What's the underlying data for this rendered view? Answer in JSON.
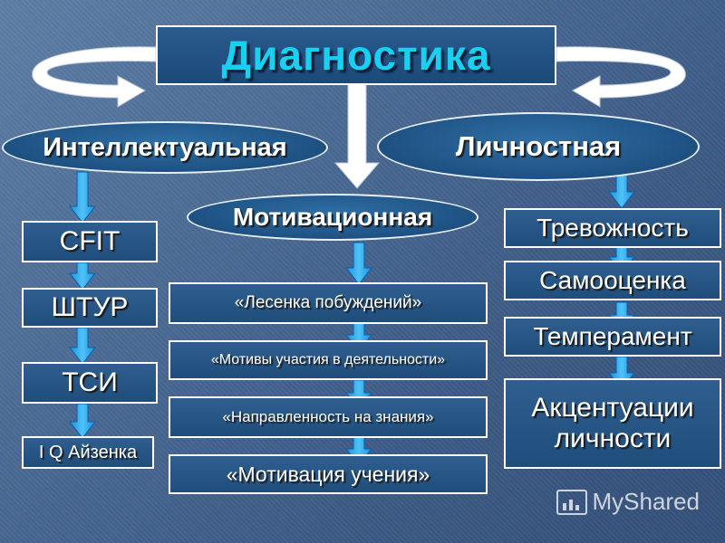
{
  "title": "Диагностика",
  "categories": {
    "intellectual": "Интеллектуальная",
    "personal": "Личностная",
    "motivational": "Мотивационная"
  },
  "intellectual_items": [
    "CFIT",
    "ШТУР",
    "ТСИ",
    "I Q Айзенка"
  ],
  "motivational_items": [
    "«Лесенка побуждений»",
    "«Мотивы участия в деятельности»",
    "«Направленность на знания»",
    "«Мотивация учения»"
  ],
  "personal_items": [
    "Тревожность",
    "Самооценка",
    "Темперамент",
    "Акцентуации личности"
  ],
  "watermark": "MyShared",
  "colors": {
    "title_text": "#19d0f0",
    "box_fill": "#1f4d7c",
    "arrow": "#29a9ef"
  }
}
